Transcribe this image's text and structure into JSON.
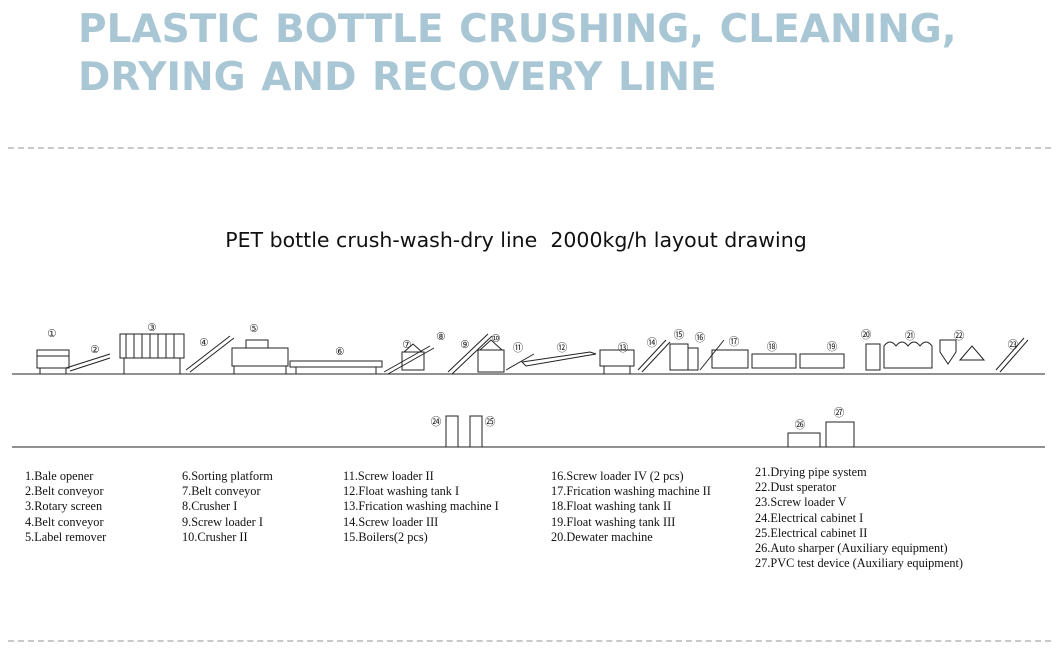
{
  "title_lines": [
    "PLASTIC BOTTLE CRUSHING, CLEANING,",
    "DRYING AND RECOVERY LINE"
  ],
  "subtitle": "PET bottle crush-wash-dry line  2000kg/h layout drawing",
  "diagram": {
    "markers": [
      {
        "n": "1",
        "sym": "①"
      },
      {
        "n": "2",
        "sym": "②"
      },
      {
        "n": "3",
        "sym": "③"
      },
      {
        "n": "4",
        "sym": "④"
      },
      {
        "n": "5",
        "sym": "⑤"
      },
      {
        "n": "6",
        "sym": "⑥"
      },
      {
        "n": "7",
        "sym": "⑦"
      },
      {
        "n": "8",
        "sym": "⑧"
      },
      {
        "n": "9",
        "sym": "⑨"
      },
      {
        "n": "10",
        "sym": "⑩"
      },
      {
        "n": "11",
        "sym": "⑪"
      },
      {
        "n": "12",
        "sym": "⑫"
      },
      {
        "n": "13",
        "sym": "⑬"
      },
      {
        "n": "14",
        "sym": "⑭"
      },
      {
        "n": "15",
        "sym": "⑮"
      },
      {
        "n": "16",
        "sym": "⑯"
      },
      {
        "n": "17",
        "sym": "⑰"
      },
      {
        "n": "18",
        "sym": "⑱"
      },
      {
        "n": "19",
        "sym": "⑲"
      },
      {
        "n": "20",
        "sym": "⑳"
      },
      {
        "n": "21",
        "sym": "㉑"
      },
      {
        "n": "22",
        "sym": "㉒"
      },
      {
        "n": "23",
        "sym": "㉓"
      },
      {
        "n": "24",
        "sym": "㉔"
      },
      {
        "n": "25",
        "sym": "㉕"
      },
      {
        "n": "26",
        "sym": "㉖"
      },
      {
        "n": "27",
        "sym": "㉗"
      }
    ]
  },
  "legend": {
    "col1": [
      "1.Bale opener",
      "2.Belt conveyor",
      "3.Rotary screen",
      "4.Belt conveyor",
      "5.Label remover"
    ],
    "col2": [
      "6.Sorting platform",
      "7.Belt conveyor",
      "8.Crusher I",
      "9.Screw loader I",
      "10.Crusher II"
    ],
    "col3": [
      "11.Screw loader II",
      "12.Float washing tank  I",
      "13.Frication washing machine I",
      "14.Screw loader III",
      "15.Boilers(2 pcs)"
    ],
    "col4": [
      "16.Screw loader IV   (2 pcs)",
      "17.Frication washing machine II",
      "18.Float washing tank II",
      "19.Float washing tank III",
      "20.Dewater machine"
    ],
    "col5": [
      "21.Drying pipe system",
      "22.Dust sperator",
      "23.Screw loader V",
      "24.Electrical cabinet I",
      "25.Electrical cabinet II",
      "26.Auto sharper (Auxiliary  equipment)",
      "27.PVC test device (Auxiliary  equipment)"
    ]
  }
}
